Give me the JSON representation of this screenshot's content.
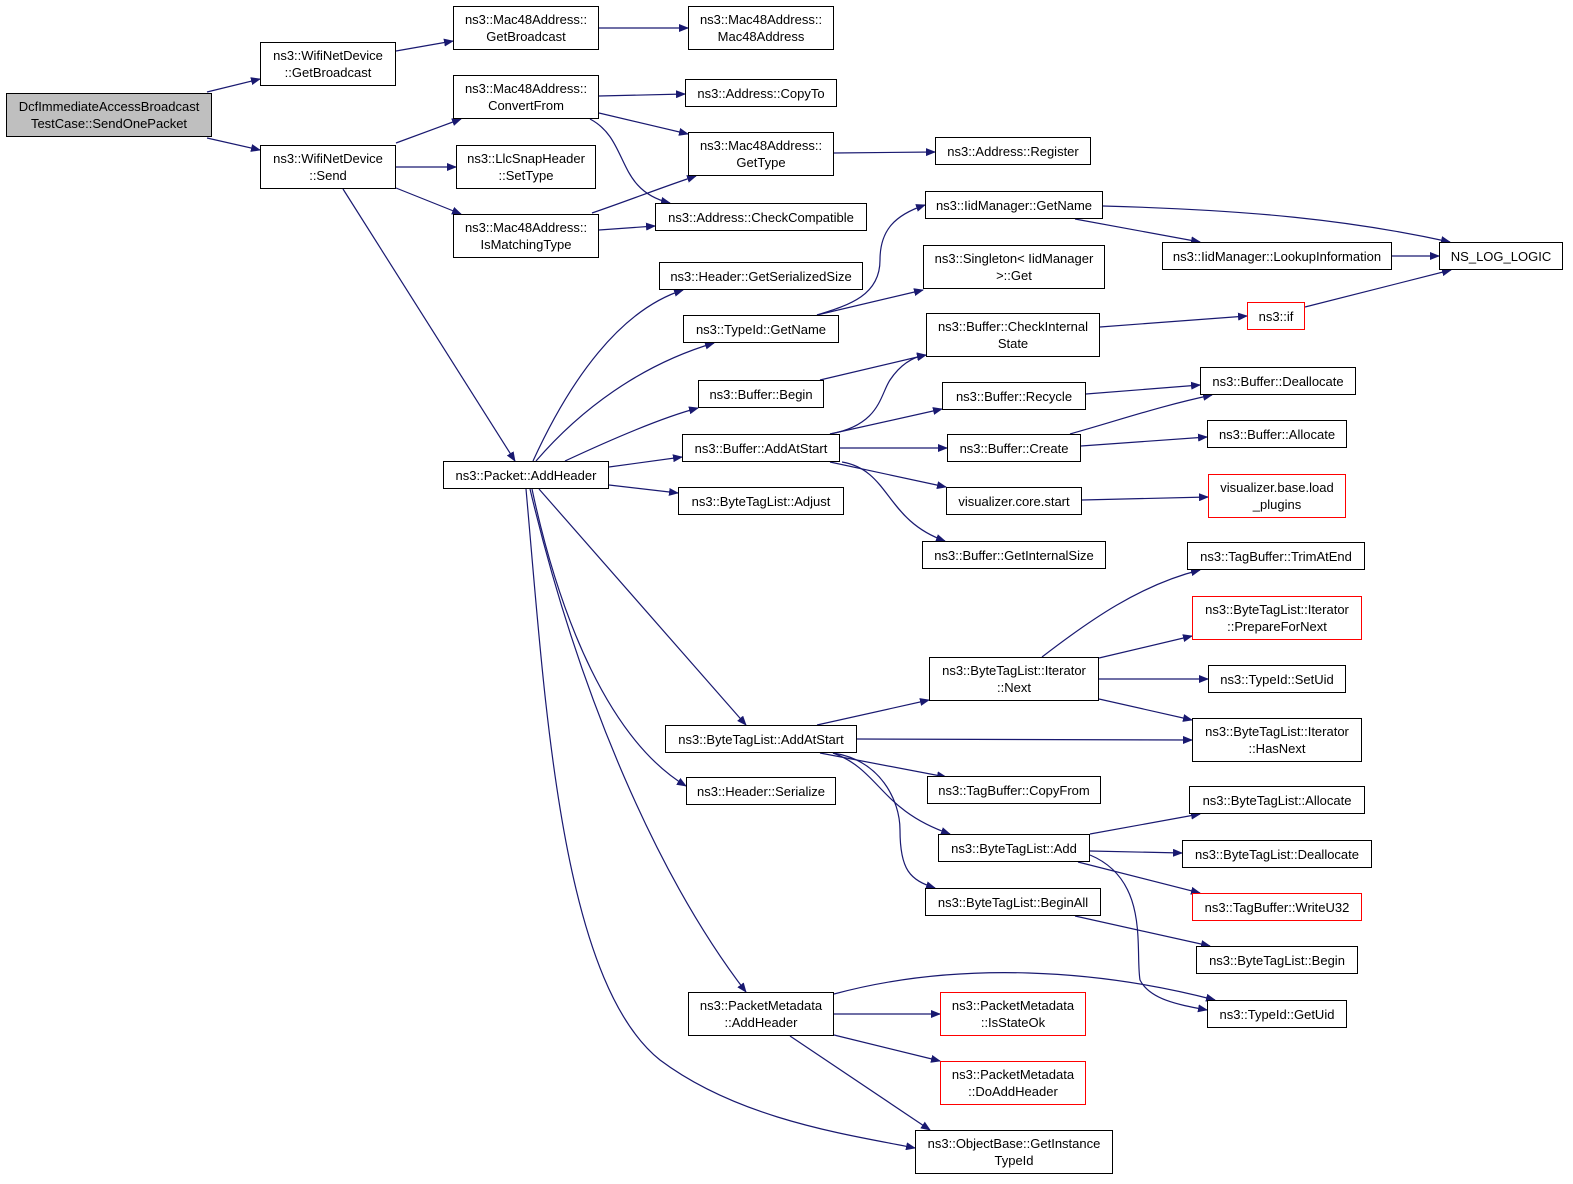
{
  "colors": {
    "edge": "#191970",
    "root_fill": "#bfbfbf",
    "node_border": "#000000",
    "truncated_border": "#ff0000"
  },
  "nodes": {
    "root": "DcfImmediateAccessBroadcast\nTestCase::SendOnePacket",
    "wifi_getbroadcast": "ns3::WifiNetDevice\n::GetBroadcast",
    "wifi_send": "ns3::WifiNetDevice\n::Send",
    "mac_getbroadcast": "ns3::Mac48Address::\nGetBroadcast",
    "mac_ctor": "ns3::Mac48Address::\nMac48Address",
    "mac_convertfrom": "ns3::Mac48Address::\nConvertFrom",
    "addr_copyto": "ns3::Address::CopyTo",
    "mac_gettype": "ns3::Mac48Address::\nGetType",
    "addr_register": "ns3::Address::Register",
    "llc_settype": "ns3::LlcSnapHeader\n::SetType",
    "mac_ismatching": "ns3::Mac48Address::\nIsMatchingType",
    "addr_checkcompat": "ns3::Address::CheckCompatible",
    "iid_getname": "ns3::IidManager::GetName",
    "iid_lookup": "ns3::IidManager::LookupInformation",
    "ns_log_logic": "NS_LOG_LOGIC",
    "singleton_get": "ns3::Singleton< IidManager\n>::Get",
    "header_getsersize": "ns3::Header::GetSerializedSize",
    "typeid_getname": "ns3::TypeId::GetName",
    "buf_checkinternal": "ns3::Buffer::CheckInternal\nState",
    "ns3_if": "ns3::if",
    "buf_begin": "ns3::Buffer::Begin",
    "buf_recycle": "ns3::Buffer::Recycle",
    "buf_deallocate": "ns3::Buffer::Deallocate",
    "buf_addatstart": "ns3::Buffer::AddAtStart",
    "buf_create": "ns3::Buffer::Create",
    "buf_allocate": "ns3::Buffer::Allocate",
    "packet_addheader": "ns3::Packet::AddHeader",
    "vis_core_start": "visualizer.core.start",
    "vis_load_plugins": "visualizer.base.load\n_plugins",
    "btl_adjust": "ns3::ByteTagList::Adjust",
    "buf_getinternalsize": "ns3::Buffer::GetInternalSize",
    "tagbuf_trimatend": "ns3::TagBuffer::TrimAtEnd",
    "btl_it_preparefornext": "ns3::ByteTagList::Iterator\n::PrepareForNext",
    "btl_it_next": "ns3::ByteTagList::Iterator\n::Next",
    "typeid_setuid": "ns3::TypeId::SetUid",
    "btl_addatstart": "ns3::ByteTagList::AddAtStart",
    "btl_it_hasnext": "ns3::ByteTagList::Iterator\n::HasNext",
    "header_serialize": "ns3::Header::Serialize",
    "tagbuf_copyfrom": "ns3::TagBuffer::CopyFrom",
    "btl_allocate": "ns3::ByteTagList::Allocate",
    "btl_add": "ns3::ByteTagList::Add",
    "btl_deallocate": "ns3::ByteTagList::Deallocate",
    "tagbuf_writeu32": "ns3::TagBuffer::WriteU32",
    "btl_beginall": "ns3::ByteTagList::BeginAll",
    "btl_begin": "ns3::ByteTagList::Begin",
    "pm_addheader": "ns3::PacketMetadata\n::AddHeader",
    "typeid_getuid": "ns3::TypeId::GetUid",
    "pm_isstateok": "ns3::PacketMetadata\n::IsStateOk",
    "pm_doaddheader": "ns3::PacketMetadata\n::DoAddHeader",
    "ob_getinstancetypeid": "ns3::ObjectBase::GetInstance\nTypeId"
  }
}
